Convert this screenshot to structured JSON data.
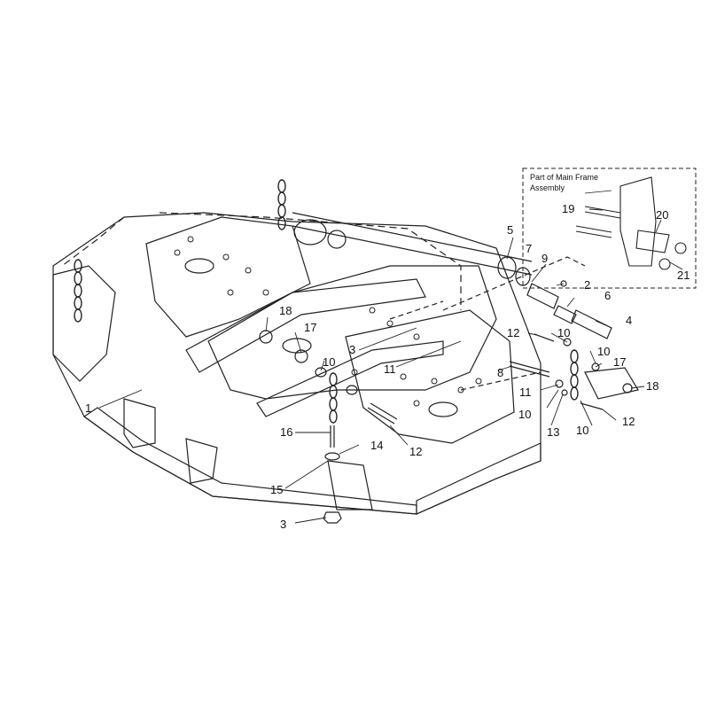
{
  "inset": {
    "title_line1": "Part of Main Frame",
    "title_line2": "Assembly"
  },
  "callouts": [
    {
      "id": "c1",
      "text": "1"
    },
    {
      "id": "c2",
      "text": "2"
    },
    {
      "id": "c3a",
      "text": "3"
    },
    {
      "id": "c3b",
      "text": "3"
    },
    {
      "id": "c4",
      "text": "4"
    },
    {
      "id": "c5",
      "text": "5"
    },
    {
      "id": "c6",
      "text": "6"
    },
    {
      "id": "c7",
      "text": "7"
    },
    {
      "id": "c8",
      "text": "8"
    },
    {
      "id": "c9",
      "text": "9"
    },
    {
      "id": "c10a",
      "text": "10"
    },
    {
      "id": "c10b",
      "text": "10"
    },
    {
      "id": "c10c",
      "text": "10"
    },
    {
      "id": "c10d",
      "text": "10"
    },
    {
      "id": "c10e",
      "text": "10"
    },
    {
      "id": "c11a",
      "text": "11"
    },
    {
      "id": "c11b",
      "text": "11"
    },
    {
      "id": "c12a",
      "text": "12"
    },
    {
      "id": "c12b",
      "text": "12"
    },
    {
      "id": "c12c",
      "text": "12"
    },
    {
      "id": "c13",
      "text": "13"
    },
    {
      "id": "c14",
      "text": "14"
    },
    {
      "id": "c15",
      "text": "15"
    },
    {
      "id": "c16",
      "text": "16"
    },
    {
      "id": "c17a",
      "text": "17"
    },
    {
      "id": "c17b",
      "text": "17"
    },
    {
      "id": "c18a",
      "text": "18"
    },
    {
      "id": "c18b",
      "text": "18"
    },
    {
      "id": "c19",
      "text": "19"
    },
    {
      "id": "c20",
      "text": "20"
    },
    {
      "id": "c21",
      "text": "21"
    }
  ]
}
